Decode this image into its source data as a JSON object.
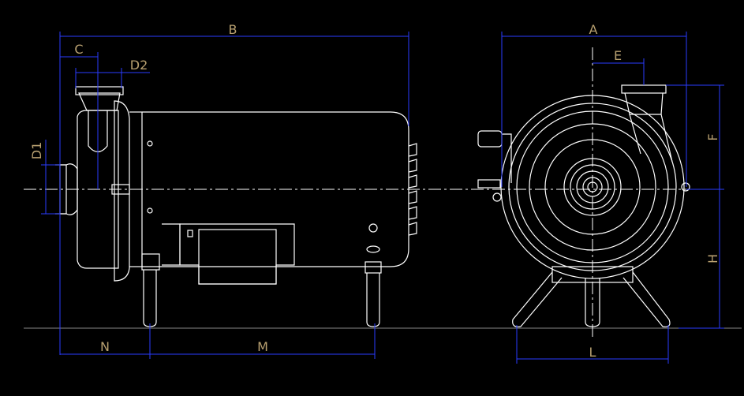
{
  "colors": {
    "background": "#000000",
    "outline": "#ffffff",
    "dimension_line": "#2a3cff",
    "dimension_text": "#b8a070",
    "centerline": "#ffffff"
  },
  "labels": {
    "B": "B",
    "C": "C",
    "D2": "D2",
    "D1": "D1",
    "N": "N",
    "M": "M",
    "A": "A",
    "E": "E",
    "F": "F",
    "H": "H",
    "L": "L"
  }
}
